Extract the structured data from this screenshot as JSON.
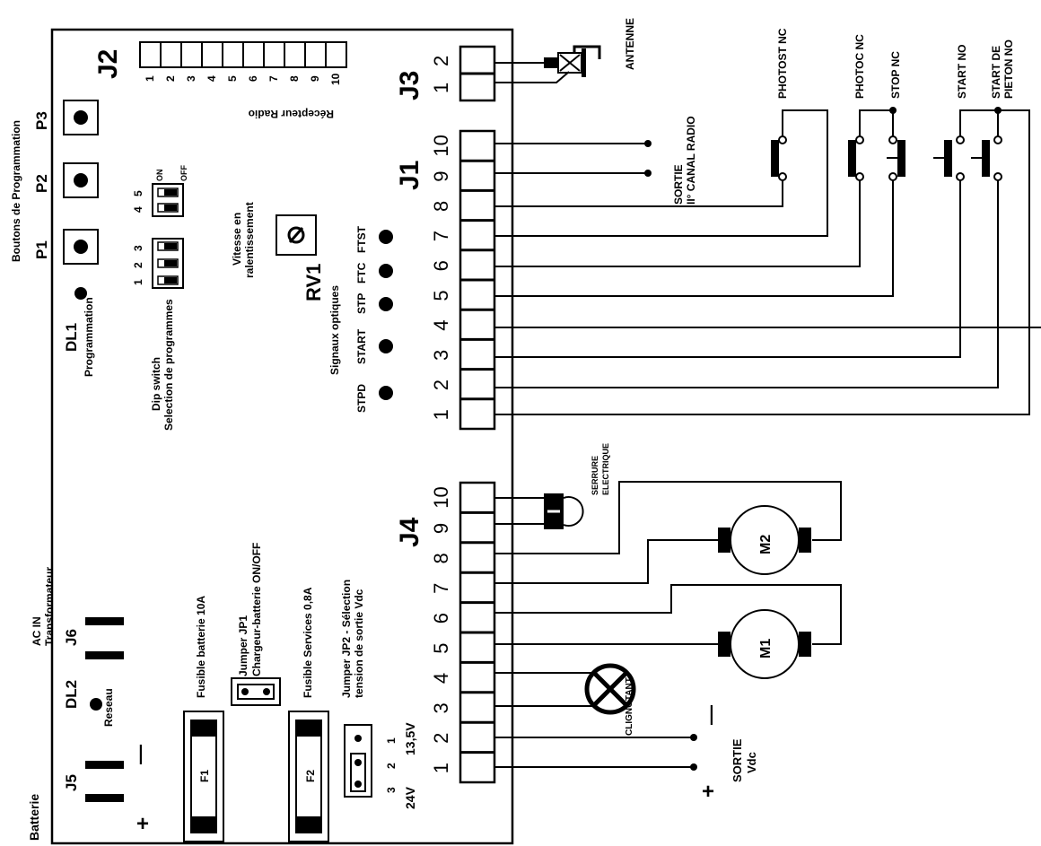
{
  "board": {
    "J2": "J2",
    "J3": "J3",
    "J1": "J1",
    "J4": "J4",
    "J5": "J5",
    "J6": "J6",
    "RV1": "RV1",
    "DL1": "DL1",
    "DL2": "DL2",
    "P1": "P1",
    "P2": "P2",
    "P3": "P3"
  },
  "labels": {
    "boutons_prog": "Boutons de Programmation",
    "recepteur_radio": "Récepteur Radio",
    "programmation": "Programmation",
    "dip_switch": "Dip switch",
    "selection_prog": "Selection de programmes",
    "vitesse": "Vitesse en",
    "ralentissement": "ralentissement",
    "signaux_optiques": "Signaux optiques",
    "on": "ON",
    "off": "OFF",
    "ac_in": "AC IN",
    "transformateur": "Transformateur",
    "batterie": "Batterie",
    "reseau": "Reseau",
    "fusible_batterie": "Fusible batterie 10A",
    "jumper_jp1": "Jumper JP1",
    "chargeur_batterie": "Chargeur-batterie  ON/OFF",
    "fusible_services": "Fusible Services  0,8A",
    "jumper_jp2": "Jumper JP2 - Sélection",
    "tension_sortie": "tension de sortie Vdc",
    "v24": "24V",
    "v135": "13,5V",
    "F1": "F1",
    "F2": "F2",
    "plus": "+",
    "minus": "—",
    "antenne": "ANTENNE",
    "sortie_canal": "SORTIE",
    "canal_radio": "II° CANAL RADIO",
    "photost": "PHOTOST NC",
    "photoc": "PHOTOC NC",
    "stop": "STOP NC",
    "start": "START NO",
    "start_de": "START DE",
    "pieton": "PIETON NO",
    "serrure": "SERRURE",
    "electrique": "ELECTRIQUE",
    "clignotant": "CLIGNOTANT",
    "sortie_vdc": "SORTIE",
    "vdc": "Vdc",
    "M1": "M1",
    "M2": "M2"
  },
  "leds": [
    "STPD",
    "START",
    "STP",
    "FTC",
    "FTST"
  ],
  "dip_numbers": [
    "1",
    "2",
    "3",
    "4",
    "5"
  ],
  "jp2_numbers": [
    "3",
    "2",
    "1"
  ],
  "j2_pins": [
    "1",
    "2",
    "3",
    "4",
    "5",
    "6",
    "7",
    "8",
    "9",
    "10"
  ],
  "j3_pins": [
    "1",
    "2"
  ],
  "j1_pins": [
    "1",
    "2",
    "3",
    "4",
    "5",
    "6",
    "7",
    "8",
    "9",
    "10"
  ],
  "j4_pins": [
    "1",
    "2",
    "3",
    "4",
    "5",
    "6",
    "7",
    "8",
    "9",
    "10"
  ]
}
